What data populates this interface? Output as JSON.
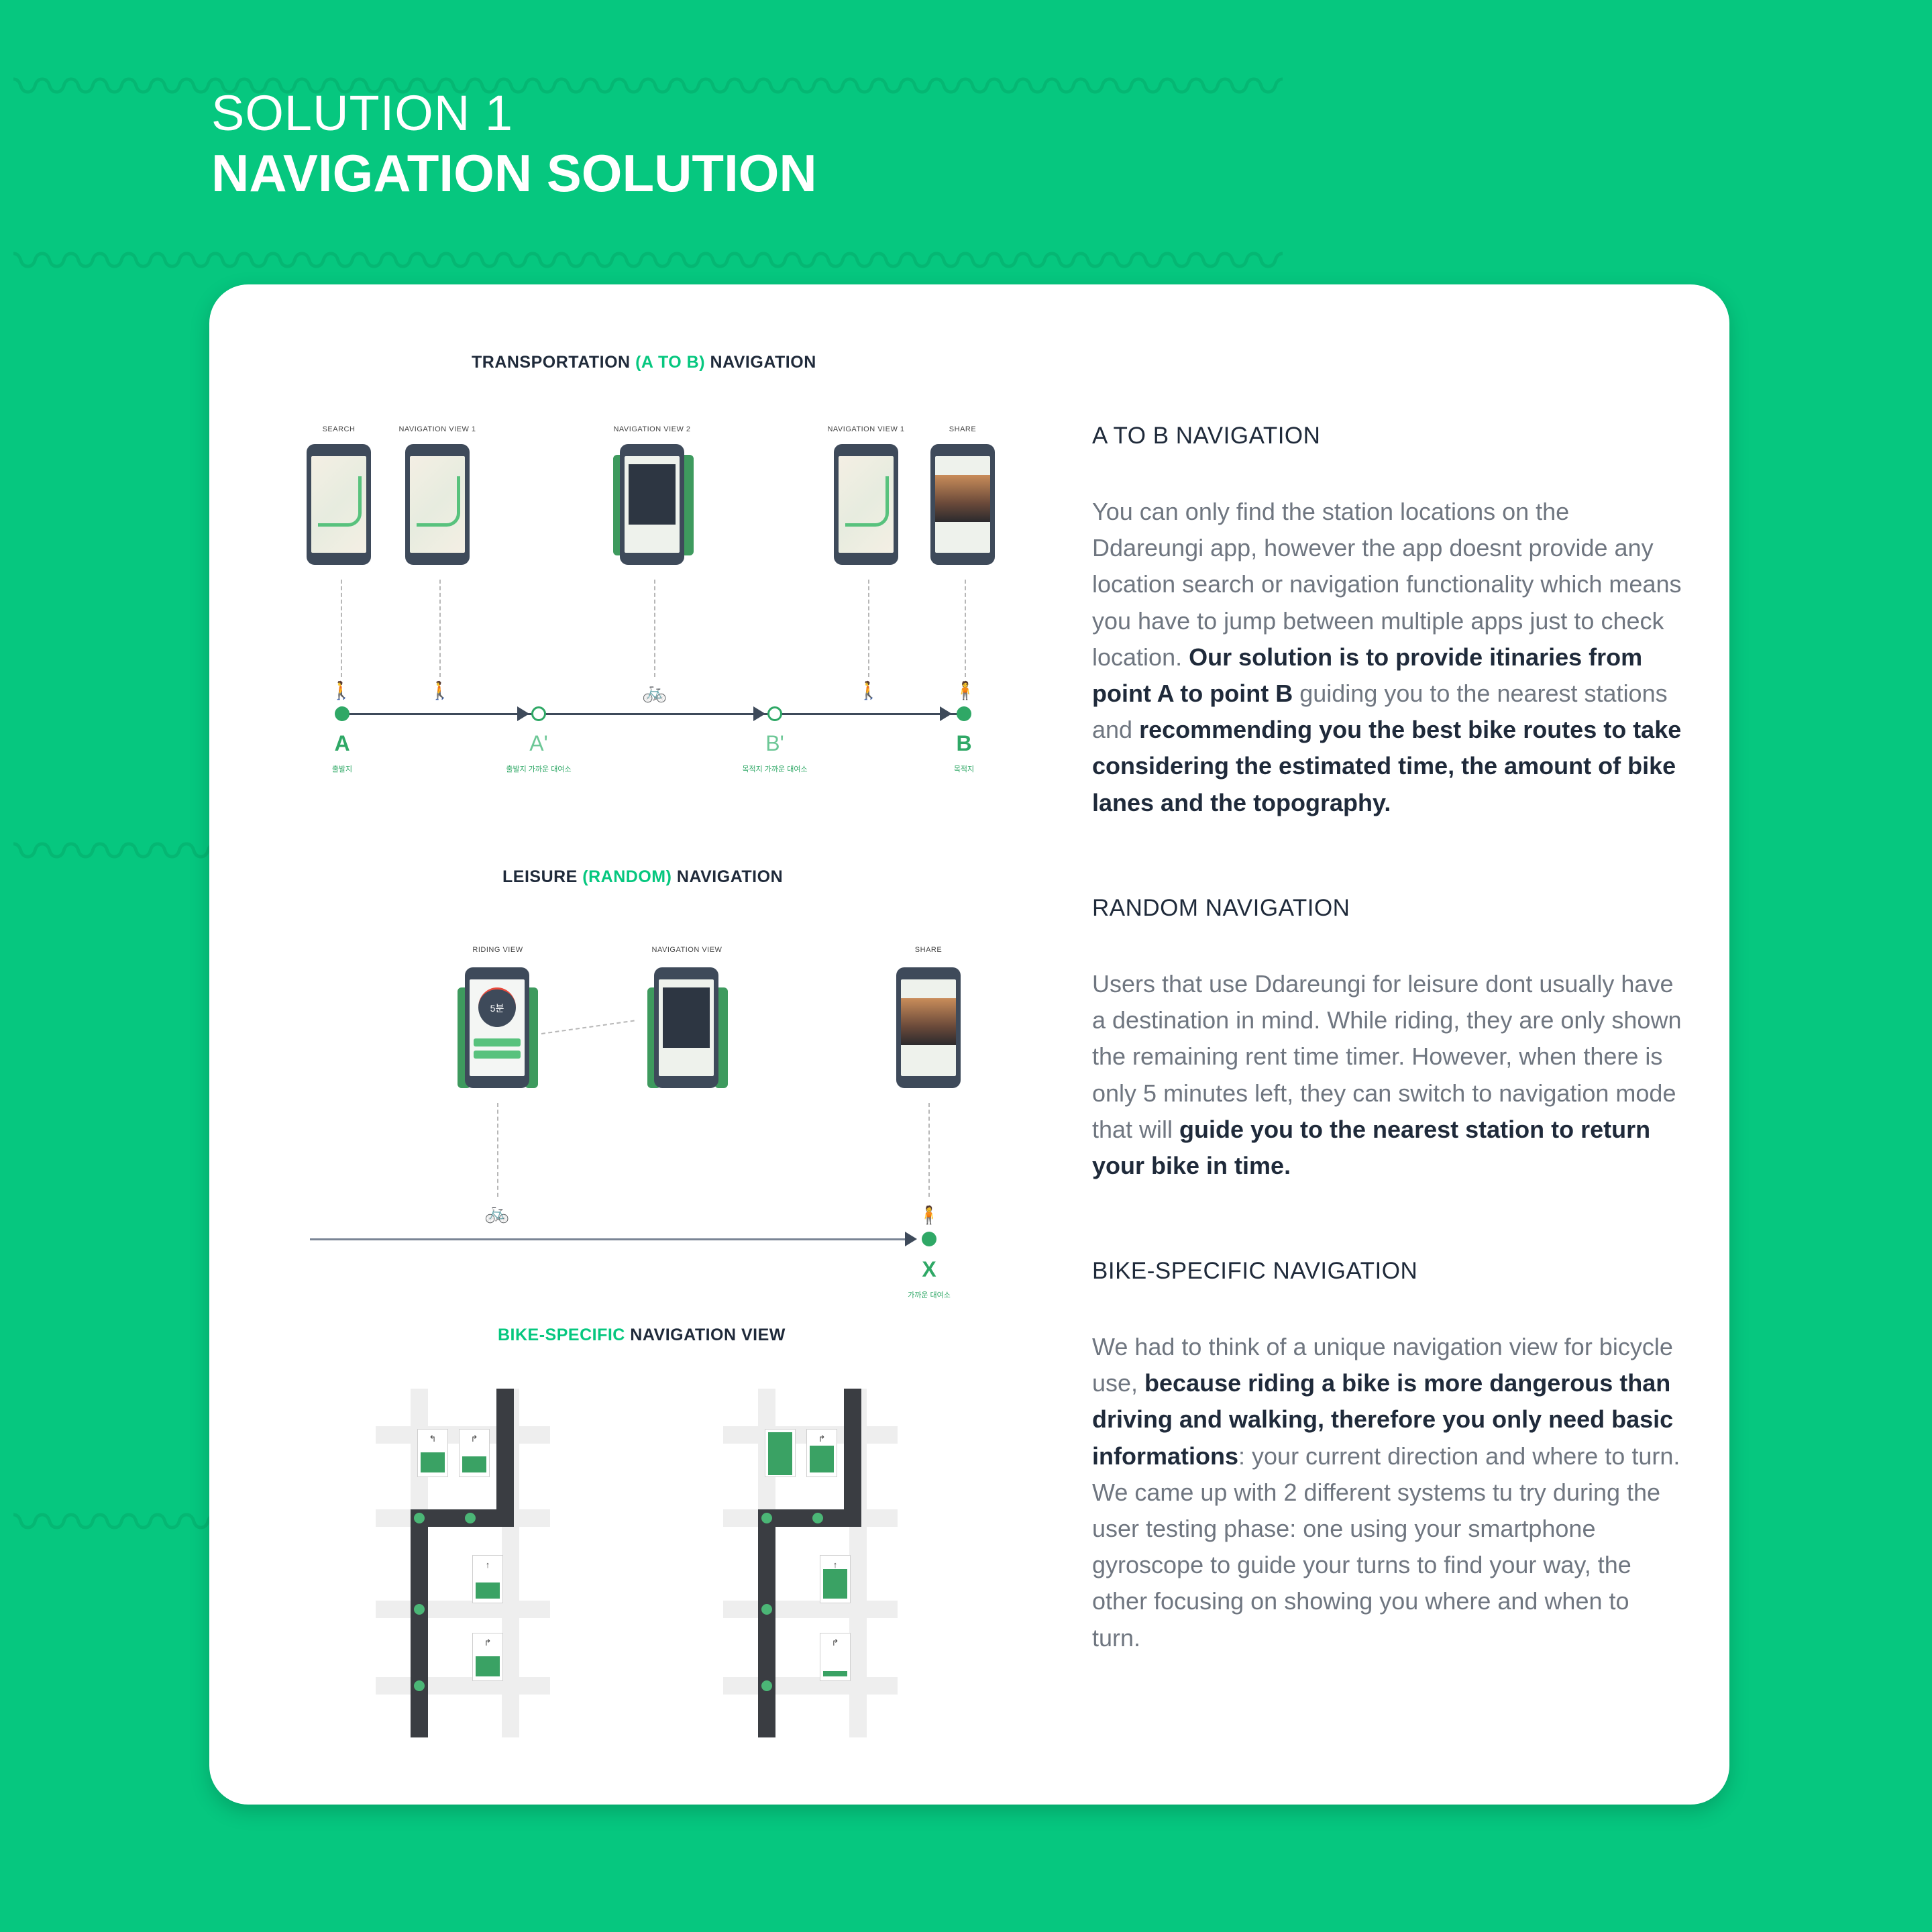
{
  "header": {
    "subtitle": "SOLUTION 1",
    "title": "NAVIGATION SOLUTION"
  },
  "colors": {
    "background": "#06c77f",
    "accent": "#06c77f",
    "route_green": "#2fa866",
    "dark": "#3e4a5a"
  },
  "transport": {
    "title_pre": "TRANSPORTATION ",
    "title_accent": "(A TO B)",
    "title_post": " NAVIGATION",
    "phones": [
      {
        "label": "SEARCH"
      },
      {
        "label": "NAVIGATION VIEW 1"
      },
      {
        "label": "NAVIGATION VIEW 2"
      },
      {
        "label": "NAVIGATION VIEW 1"
      },
      {
        "label": "SHARE"
      }
    ],
    "points": [
      {
        "letter": "A",
        "sub": "출발지"
      },
      {
        "letter": "A'",
        "sub": "출발지 가까운 대여소"
      },
      {
        "letter": "B'",
        "sub": "목적지 가까운 대여소"
      },
      {
        "letter": "B",
        "sub": "목적지"
      }
    ]
  },
  "leisure": {
    "title_pre": "LEISURE ",
    "title_accent": "(RANDOM)",
    "title_post": " NAVIGATION",
    "phones": [
      {
        "label": "RIDING VIEW"
      },
      {
        "label": "NAVIGATION VIEW"
      },
      {
        "label": "SHARE"
      }
    ],
    "timer": "5분",
    "end_point": {
      "letter": "X",
      "sub": "가까운 대여소"
    }
  },
  "bike_view": {
    "title_accent": "BIKE-SPECIFIC",
    "title_post": " NAVIGATION VIEW"
  },
  "text": {
    "ab_heading": "A TO B NAVIGATION",
    "ab_p1": "You can only find the station locations on the Ddareungi app, however the app doesnt provide any location search or navigation functionality which means you have to jump between multiple apps just to check location. ",
    "ab_b1": "Our solution is to provide itinaries from point A to point B",
    "ab_p2": " guiding you to the nearest stations and ",
    "ab_b2": "recommending you the best bike routes to take considering the estimated time, the amount of bike lanes and the topography.",
    "rn_heading": "RANDOM NAVIGATION",
    "rn_p1": "Users that use Ddareungi for leisure dont usually have a destination in mind. While riding, they are only shown the remaining rent time timer. However, when there is only 5 minutes left, they can switch to navigation mode that will ",
    "rn_b1": "guide you to the nearest station to return your bike in time.",
    "bs_heading": "BIKE-SPECIFIC NAVIGATION",
    "bs_p1": "We had to think of a unique navigation view for bicycle use, ",
    "bs_b1": "because riding a bike is more dangerous than driving and walking, therefore you only need basic informations",
    "bs_p2": ": your current direction and where to turn. We came up with 2 different systems tu try during the user testing phase: one using your smartphone gyroscope to guide your turns to find your way, the other focusing on showing you where and when to turn."
  }
}
